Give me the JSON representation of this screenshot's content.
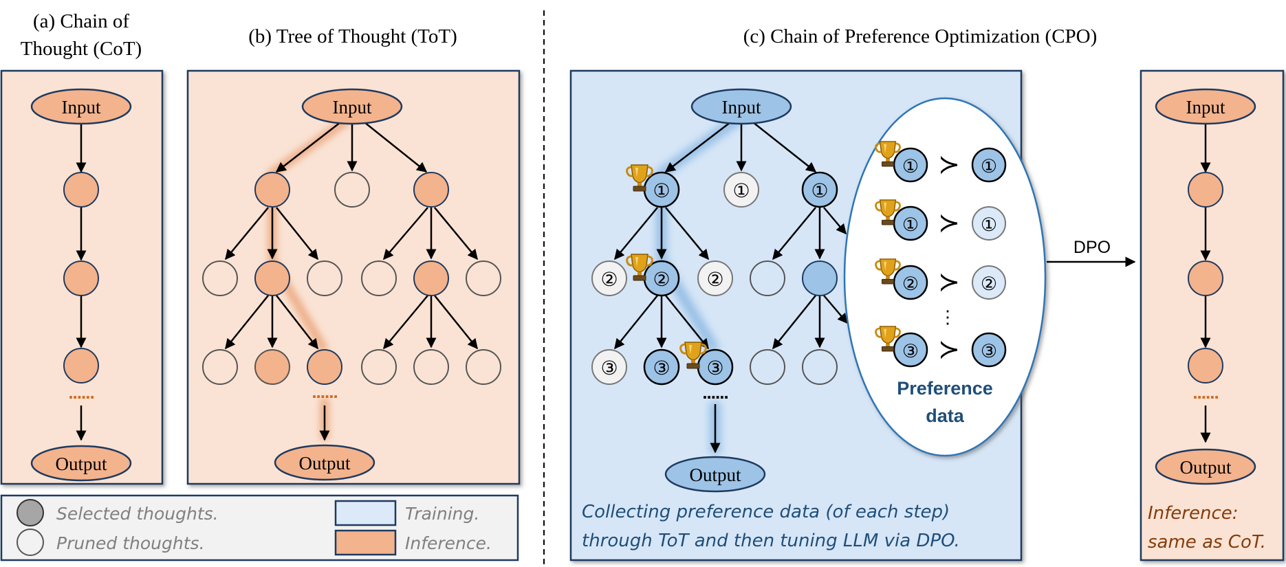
{
  "titles": {
    "cot_line1": "(a) Chain of",
    "cot_line2": "Thought (CoT)",
    "tot": "(b) Tree of Thought (ToT)",
    "cpo": "(c) Chain of Preference Optimization (CPO)"
  },
  "nodes": {
    "input": "Input",
    "output": "Output",
    "step1": "①",
    "step2": "②",
    "step3": "③",
    "ellipsis_dots": "......",
    "vertical_dots": "⋮",
    "prefer_symbol": "≻",
    "trophy": "🏆"
  },
  "legend": {
    "selected": "Selected thoughts.",
    "pruned": "Pruned thoughts.",
    "training": "Training.",
    "inference": "Inference."
  },
  "cpo": {
    "preference_line1": "Preference",
    "preference_line2": "data",
    "caption_line1": "Collecting preference data (of each step)",
    "caption_line2": "through ToT and then tuning LLM via DPO.",
    "dpo_label": "DPO",
    "inference_line1": "Inference:",
    "inference_line2": "same as CoT."
  },
  "colors": {
    "inference_bg": "#fae3d4",
    "training_bg": "#d6e6f7",
    "orange_node": "#f3b38d",
    "blue_node": "#9dc3e6",
    "border_navy": "#1f3a5f",
    "caption_blue": "#1f4e79",
    "caption_brown": "#843c0c",
    "legend_gray": "#808080"
  }
}
